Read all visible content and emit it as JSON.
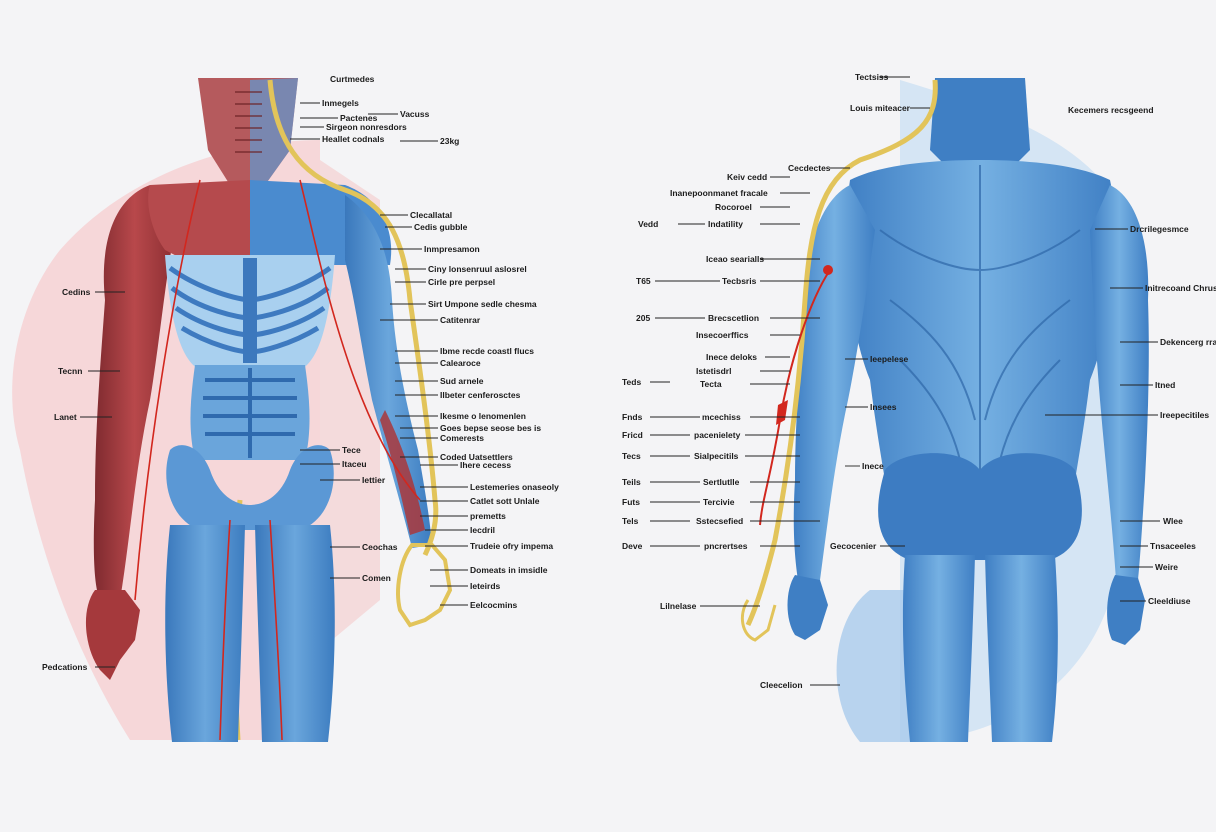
{
  "colors": {
    "background": "#f4f4f6",
    "muscle_red": "#a8363a",
    "muscle_blue": "#4e8ccc",
    "bone_blue": "#8fc1ea",
    "nerve_yellow": "#e2c45a",
    "vessel_red": "#d2271e",
    "halo_red": "#f4c6c9",
    "halo_blue": "#c9def1",
    "leader": "#222222"
  },
  "front_labels": [
    {
      "text": "Curtmedes"
    },
    {
      "text": "Inmegels"
    },
    {
      "text": "Vacuss"
    },
    {
      "text": "Pactenes"
    },
    {
      "text": "Sirgeon nonresdors"
    },
    {
      "text": "Heallet codnals"
    },
    {
      "text": "23kg"
    },
    {
      "text": "Clecallatal"
    },
    {
      "text": "Cedis gubble"
    },
    {
      "text": "Inmpresamon"
    },
    {
      "text": "Cedins"
    },
    {
      "text": "Ciny lonsenruul aslosrel"
    },
    {
      "text": "Cirle pre perpsel"
    },
    {
      "text": "Sirt Umpone sedle chesma"
    },
    {
      "text": "Catitenrar"
    },
    {
      "text": "Tecnn"
    },
    {
      "text": "Ibme recde coastl flucs"
    },
    {
      "text": "Calearoce"
    },
    {
      "text": "Sud arnele"
    },
    {
      "text": "Lanet"
    },
    {
      "text": "Ilbeter cenferosctes"
    },
    {
      "text": "Ikesme o lenomenlen"
    },
    {
      "text": "Goes bepse seose bes is"
    },
    {
      "text": "Comerests"
    },
    {
      "text": "Tece"
    },
    {
      "text": "Coded Uatsettlers"
    },
    {
      "text": "Itaceu"
    },
    {
      "text": "Ihere cecess"
    },
    {
      "text": "Iettier"
    },
    {
      "text": "Lestemeries onaseoly"
    },
    {
      "text": "Catlet sott Unlale"
    },
    {
      "text": "premetts"
    },
    {
      "text": "Iecdril"
    },
    {
      "text": "Ceochas"
    },
    {
      "text": "Trudeie ofry impema"
    },
    {
      "text": "Comen"
    },
    {
      "text": "Domeats in imsidle"
    },
    {
      "text": "Ieteirds"
    },
    {
      "text": "Eelcocmins"
    },
    {
      "text": "Pedcations"
    }
  ],
  "back_labels": [
    {
      "text": "Tectsiss"
    },
    {
      "text": "Louis miteacer"
    },
    {
      "text": "Kecemers recsgeend"
    },
    {
      "text": "Keiv cedd"
    },
    {
      "text": "Cecdectes"
    },
    {
      "text": "Inanepoonmanet fracale"
    },
    {
      "text": "Rocoroel"
    },
    {
      "text": "Vedd"
    },
    {
      "text": "Indatility"
    },
    {
      "text": "Drcrilegesmce"
    },
    {
      "text": "Iceao searialls"
    },
    {
      "text": "T65"
    },
    {
      "text": "Tecbsris"
    },
    {
      "text": "Initrecoand Chruss stiencs"
    },
    {
      "text": "205"
    },
    {
      "text": "Brecscetlion"
    },
    {
      "text": "Dekencerg rraecesse"
    },
    {
      "text": "Insecoerffics"
    },
    {
      "text": "Inece deloks"
    },
    {
      "text": "Istetisdrl"
    },
    {
      "text": "Teds"
    },
    {
      "text": "Tecta"
    },
    {
      "text": "Ieepelese"
    },
    {
      "text": "Itned"
    },
    {
      "text": "Fnds"
    },
    {
      "text": "mcechiss"
    },
    {
      "text": "Insees"
    },
    {
      "text": "Ireepecitiles"
    },
    {
      "text": "Fricd"
    },
    {
      "text": "pacenielety"
    },
    {
      "text": "Tecs"
    },
    {
      "text": "Sialpecitils"
    },
    {
      "text": "Inece"
    },
    {
      "text": "Teils"
    },
    {
      "text": "Sertlutlle"
    },
    {
      "text": "Futs"
    },
    {
      "text": "Tercivie"
    },
    {
      "text": "Tels"
    },
    {
      "text": "Sstecsefied"
    },
    {
      "text": "Wlee"
    },
    {
      "text": "Deve"
    },
    {
      "text": "pncrertses"
    },
    {
      "text": "Gecocenier"
    },
    {
      "text": "Tnsaceeles"
    },
    {
      "text": "Weire"
    },
    {
      "text": "Lilnelase"
    },
    {
      "text": "Cleeldiuse"
    },
    {
      "text": "Cleecelion"
    }
  ]
}
